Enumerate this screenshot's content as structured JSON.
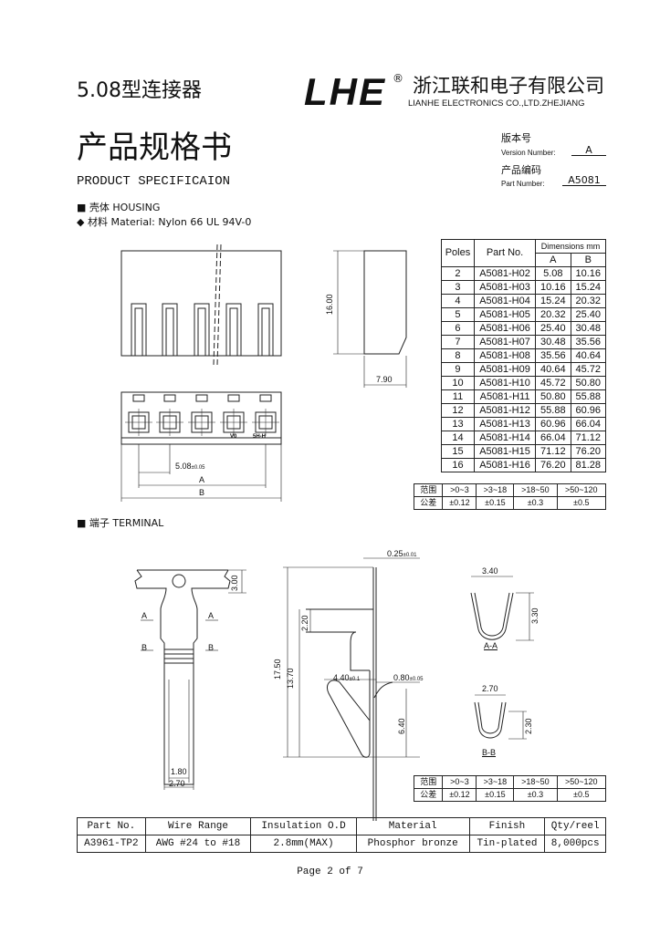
{
  "header": {
    "series_title": "5.08型连接器",
    "logo": "LHE",
    "registered_mark": "®",
    "company_cn": "浙江联和电子有限公司",
    "company_en": "LIANHE ELECTRONICS CO.,LTD.ZHEJIANG"
  },
  "title": {
    "cn": "产品规格书",
    "en": "PRODUCT SPECIFICAION"
  },
  "version": {
    "label_cn": "版本号",
    "label_en": "Version Number:",
    "value": "A"
  },
  "part": {
    "label_cn": "产品编码",
    "label_en": "Part Number:",
    "value": "A5081"
  },
  "housing": {
    "heading": "■ 壳体 HOUSING",
    "material": "◆ 材料 Material: Nylon 66 UL 94V-0",
    "dims": {
      "height": "16.00",
      "depth": "7.90",
      "pitch": "5.08",
      "pitch_tol": "±0.05",
      "a": "A",
      "b": "B"
    },
    "marks": [
      "V0",
      "5H-H"
    ]
  },
  "dimension_table": {
    "headers": {
      "poles": "Poles",
      "part_no": "Part No.",
      "dimensions": "Dimensions mm",
      "a": "A",
      "b": "B"
    },
    "rows": [
      [
        "2",
        "A5081-H02",
        "5.08",
        "10.16"
      ],
      [
        "3",
        "A5081-H03",
        "10.16",
        "15.24"
      ],
      [
        "4",
        "A5081-H04",
        "15.24",
        "20.32"
      ],
      [
        "5",
        "A5081-H05",
        "20.32",
        "25.40"
      ],
      [
        "6",
        "A5081-H06",
        "25.40",
        "30.48"
      ],
      [
        "7",
        "A5081-H07",
        "30.48",
        "35.56"
      ],
      [
        "8",
        "A5081-H08",
        "35.56",
        "40.64"
      ],
      [
        "9",
        "A5081-H09",
        "40.64",
        "45.72"
      ],
      [
        "10",
        "A5081-H10",
        "45.72",
        "50.80"
      ],
      [
        "11",
        "A5081-H11",
        "50.80",
        "55.88"
      ],
      [
        "12",
        "A5081-H12",
        "55.88",
        "60.96"
      ],
      [
        "13",
        "A5081-H13",
        "60.96",
        "66.04"
      ],
      [
        "14",
        "A5081-H14",
        "66.04",
        "71.12"
      ],
      [
        "15",
        "A5081-H15",
        "71.12",
        "76.20"
      ],
      [
        "16",
        "A5081-H16",
        "76.20",
        "81.28"
      ]
    ]
  },
  "tolerance": {
    "range_label": "范围",
    "tol_label": "公差",
    "ranges": [
      ">0~3",
      ">3~18",
      ">18~50",
      ">50~120"
    ],
    "values": [
      "±0.12",
      "±0.15",
      "±0.3",
      "±0.5"
    ]
  },
  "terminal": {
    "heading": "■ 端子 TERMINAL",
    "dims": {
      "d300": "3.00",
      "d180": "1.80",
      "d270": "2.70",
      "d025": "0.25",
      "d025_tol": "±0.01",
      "d220": "2.20",
      "d1750": "17.50",
      "d1370": "13.70",
      "d440": "4.40",
      "d440_tol": "±0.1",
      "d080": "0.80",
      "d080_tol": "±0.05",
      "d640": "6.40",
      "aa_w": "3.40",
      "aa_h": "3.30",
      "bb_w": "2.70",
      "bb_h": "2.30"
    },
    "sections": {
      "a": "A",
      "b": "B",
      "aa": "A-A",
      "bb": "B-B"
    }
  },
  "spec_table": {
    "headers": [
      "Part No.",
      "Wire Range",
      "Insulation O.D",
      "Material",
      "Finish",
      "Qty/reel"
    ],
    "row": [
      "A3961-TP2",
      "AWG #24 to #18",
      "2.8mm(MAX)",
      "Phosphor bronze",
      "Tin-plated",
      "8,000pcs"
    ]
  },
  "footer": {
    "page": "Page 2 of 7"
  }
}
